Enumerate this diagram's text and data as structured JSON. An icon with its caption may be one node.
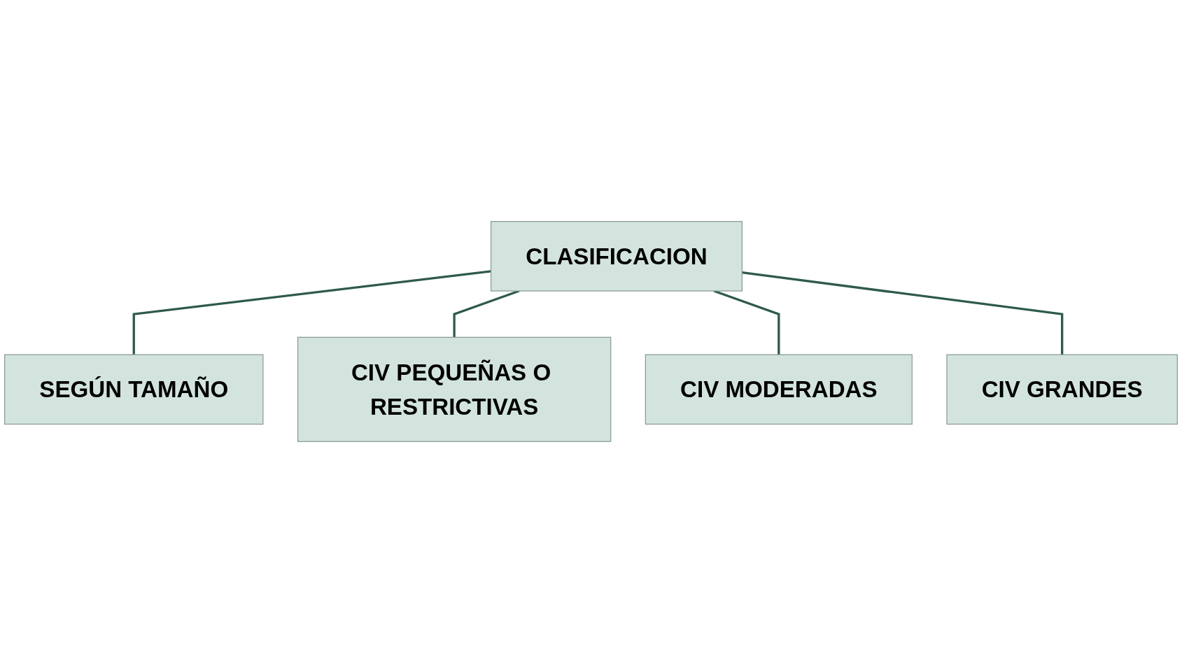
{
  "diagram": {
    "nodes": [
      {
        "text": [
          "CLASIFICACION"
        ]
      },
      {
        "text": [
          "SEGÚN TAMAÑO"
        ]
      },
      {
        "text": [
          "CIV PEQUEÑAS O RESTRICTIVAS"
        ]
      },
      {
        "text": [
          "CIV MODERADAS"
        ]
      },
      {
        "text": [
          "CIV GRANDES"
        ]
      }
    ],
    "edges": [
      {
        "from": 0,
        "to": 1,
        "arrow": "none"
      },
      {
        "from": 0,
        "to": 2,
        "arrow": "none"
      },
      {
        "from": 0,
        "to": 3,
        "arrow": "none"
      },
      {
        "from": 0,
        "to": 4,
        "arrow": "none"
      }
    ]
  }
}
